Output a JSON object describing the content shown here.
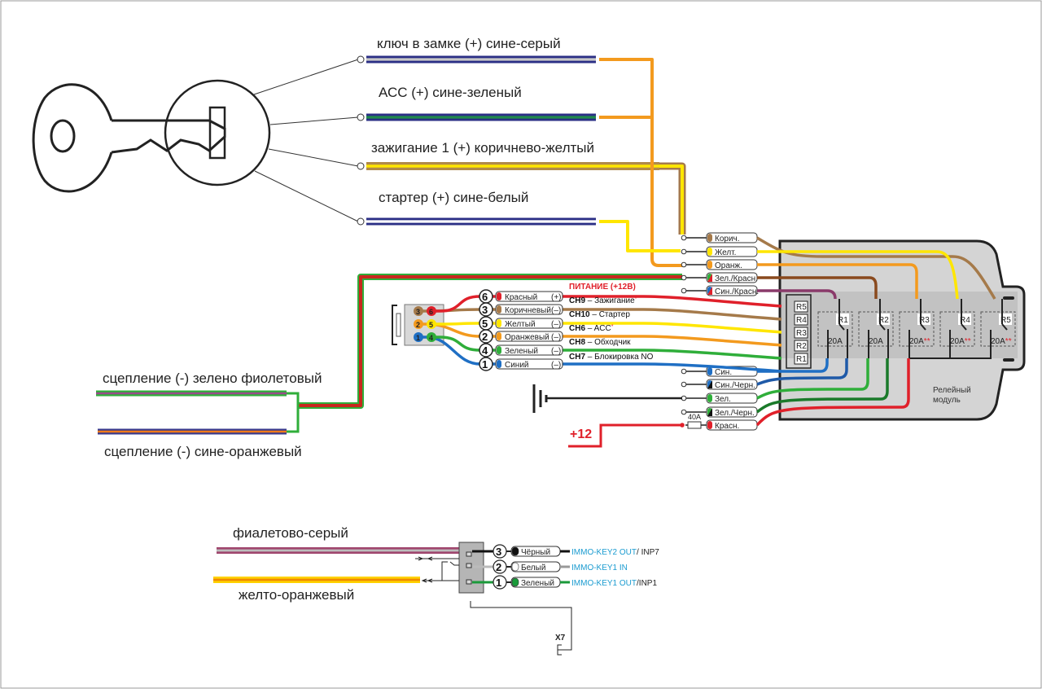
{
  "ignition_wires": [
    {
      "label": "ключ в замке (+) сине-серый",
      "colors": [
        "#2b2f86",
        "#c8c8c8"
      ]
    },
    {
      "label": "АСС (+) сине-зеленый",
      "colors": [
        "#2b2f86",
        "#1f8a4c"
      ]
    },
    {
      "label": "зажигание 1 (+) коричнево-желтый",
      "colors": [
        "#b08a4a",
        "#ffe600"
      ]
    },
    {
      "label": "стартер (+) сине-белый",
      "colors": [
        "#2b2f86",
        "#ffffff"
      ]
    }
  ],
  "clutch_wires": [
    {
      "label": "сцепление (-) зелено фиолетовый",
      "colors": [
        "#2fae3a",
        "#9b4a8c"
      ]
    },
    {
      "label": "сцепление (-) сине-оранжевый",
      "colors": [
        "#3a3a8c",
        "#f07a1a"
      ]
    }
  ],
  "module_inputs": [
    {
      "label": "Корич.",
      "color": "#a57a4a",
      "color2": null
    },
    {
      "label": "Желт.",
      "color": "#ffe600",
      "color2": null
    },
    {
      "label": "Оранж.",
      "color": "#f39a1e",
      "color2": null
    },
    {
      "label": "Зел./Красн.",
      "color": "#2fae3a",
      "color2": "#e0202a"
    },
    {
      "label": "Син./Красн.",
      "color": "#1f6fc4",
      "color2": "#e0202a"
    }
  ],
  "module_outputs": [
    {
      "label": "Син.",
      "color": "#1f6fc4",
      "color2": null
    },
    {
      "label": "Син./Черн.",
      "color": "#1f6fc4",
      "color2": "#111111"
    },
    {
      "label": "Зел.",
      "color": "#2fae3a",
      "color2": null
    },
    {
      "label": "Зел./Черн.",
      "color": "#2fae3a",
      "color2": "#111111"
    },
    {
      "label": "Красн.",
      "color": "#e0202a",
      "color2": null
    }
  ],
  "fuse_label": "40A",
  "plus12_label": "+12",
  "harness_pins": [
    {
      "num": "6",
      "name": "Красный",
      "pol": "(+)",
      "color": "#e0202a"
    },
    {
      "num": "3",
      "name": "Коричневый",
      "pol": "(–)",
      "color": "#a57a4a"
    },
    {
      "num": "5",
      "name": "Желтый",
      "pol": "(–)",
      "color": "#ffe600"
    },
    {
      "num": "2",
      "name": "Оранжевый",
      "pol": "(–)",
      "color": "#f39a1e"
    },
    {
      "num": "4",
      "name": "Зеленый",
      "pol": "(–)",
      "color": "#2fae3a"
    },
    {
      "num": "1",
      "name": "Синий",
      "pol": "(–)",
      "color": "#1f6fc4"
    }
  ],
  "channels": [
    {
      "code": "ПИТАНИЕ (+12В)",
      "desc": "",
      "accent": "#e0202a"
    },
    {
      "code": "CH9",
      "desc": " – Зажигание",
      "mark": "*"
    },
    {
      "code": "CH10",
      "desc": " – Стартер",
      "mark": ""
    },
    {
      "code": "CH6",
      "desc": " – ACC",
      "mark": "*"
    },
    {
      "code": "CH8",
      "desc": " – Обходчик",
      "mark": ""
    },
    {
      "code": "CH7",
      "desc": " – Блокировка NO",
      "mark": ""
    }
  ],
  "connector_pins": [
    "3",
    "6",
    "2",
    "5",
    "1",
    "4"
  ],
  "relay_module": {
    "title_line1": "Релейный",
    "title_line2": "модуль",
    "relays": [
      {
        "name": "R1",
        "rating": "20A",
        "mark": ""
      },
      {
        "name": "R2",
        "rating": "20A",
        "mark": ""
      },
      {
        "name": "R3",
        "rating": "20A",
        "mark": "**"
      },
      {
        "name": "R4",
        "rating": "20A",
        "mark": "**"
      },
      {
        "name": "R5",
        "rating": "20A",
        "mark": "**"
      }
    ],
    "input_blocks": [
      "R5",
      "R4",
      "R3",
      "R2",
      "R1"
    ]
  },
  "immo": {
    "wires": [
      {
        "label": "фиалетово-серый",
        "colors": [
          "#a0466e",
          "#bdbdbd"
        ]
      },
      {
        "label": "желто-оранжевый",
        "colors": [
          "#ffd200",
          "#f08a00"
        ]
      }
    ],
    "pins": [
      {
        "num": "3",
        "name": "Чёрный",
        "signal": "IMMO-KEY2 OUT",
        "suffix": "/ INP7",
        "color": "#111111"
      },
      {
        "num": "2",
        "name": "Белый",
        "signal": "IMMO-KEY1 IN",
        "suffix": "",
        "color": "#ffffff"
      },
      {
        "num": "1",
        "name": "Зеленый",
        "signal": "IMMO-KEY1 OUT",
        "suffix": "/INP1",
        "color": "#1a9a3a"
      }
    ],
    "connector_label": "X7",
    "signal_color": "#1a9bd0"
  },
  "accent_red": "#e0202a"
}
